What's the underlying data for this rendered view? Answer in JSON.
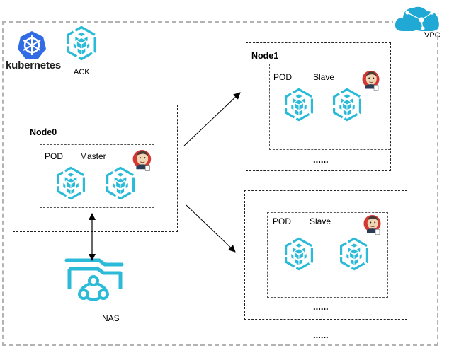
{
  "diagram": {
    "cluster": {
      "kubernetes_label": "kubernetes",
      "ack_label": "ACK",
      "vpc_label": "VPC"
    },
    "nodes": [
      {
        "label": "Node0",
        "pod_label": "POD",
        "role": "Master"
      },
      {
        "label": "Node1",
        "pod_label": "POD",
        "role": "Slave",
        "more": "......"
      },
      {
        "label": "",
        "pod_label": "POD",
        "role": "Slave",
        "more": "......"
      }
    ],
    "storage": {
      "label": "NAS"
    },
    "more_nodes": "......",
    "colors": {
      "container_icon": "#2bbbd8",
      "kubernetes_blue": "#326ce5",
      "vpc_cloud": "#21a9d6",
      "jenkins_red": "#d33833",
      "outer_border": "#b3b3b3"
    },
    "edges": [
      {
        "from": "Node0",
        "to": "Node1",
        "type": "arrow"
      },
      {
        "from": "Node0",
        "to": "Node2",
        "type": "arrow"
      },
      {
        "from": "Node0",
        "to": "NAS",
        "type": "bidirectional"
      }
    ]
  }
}
